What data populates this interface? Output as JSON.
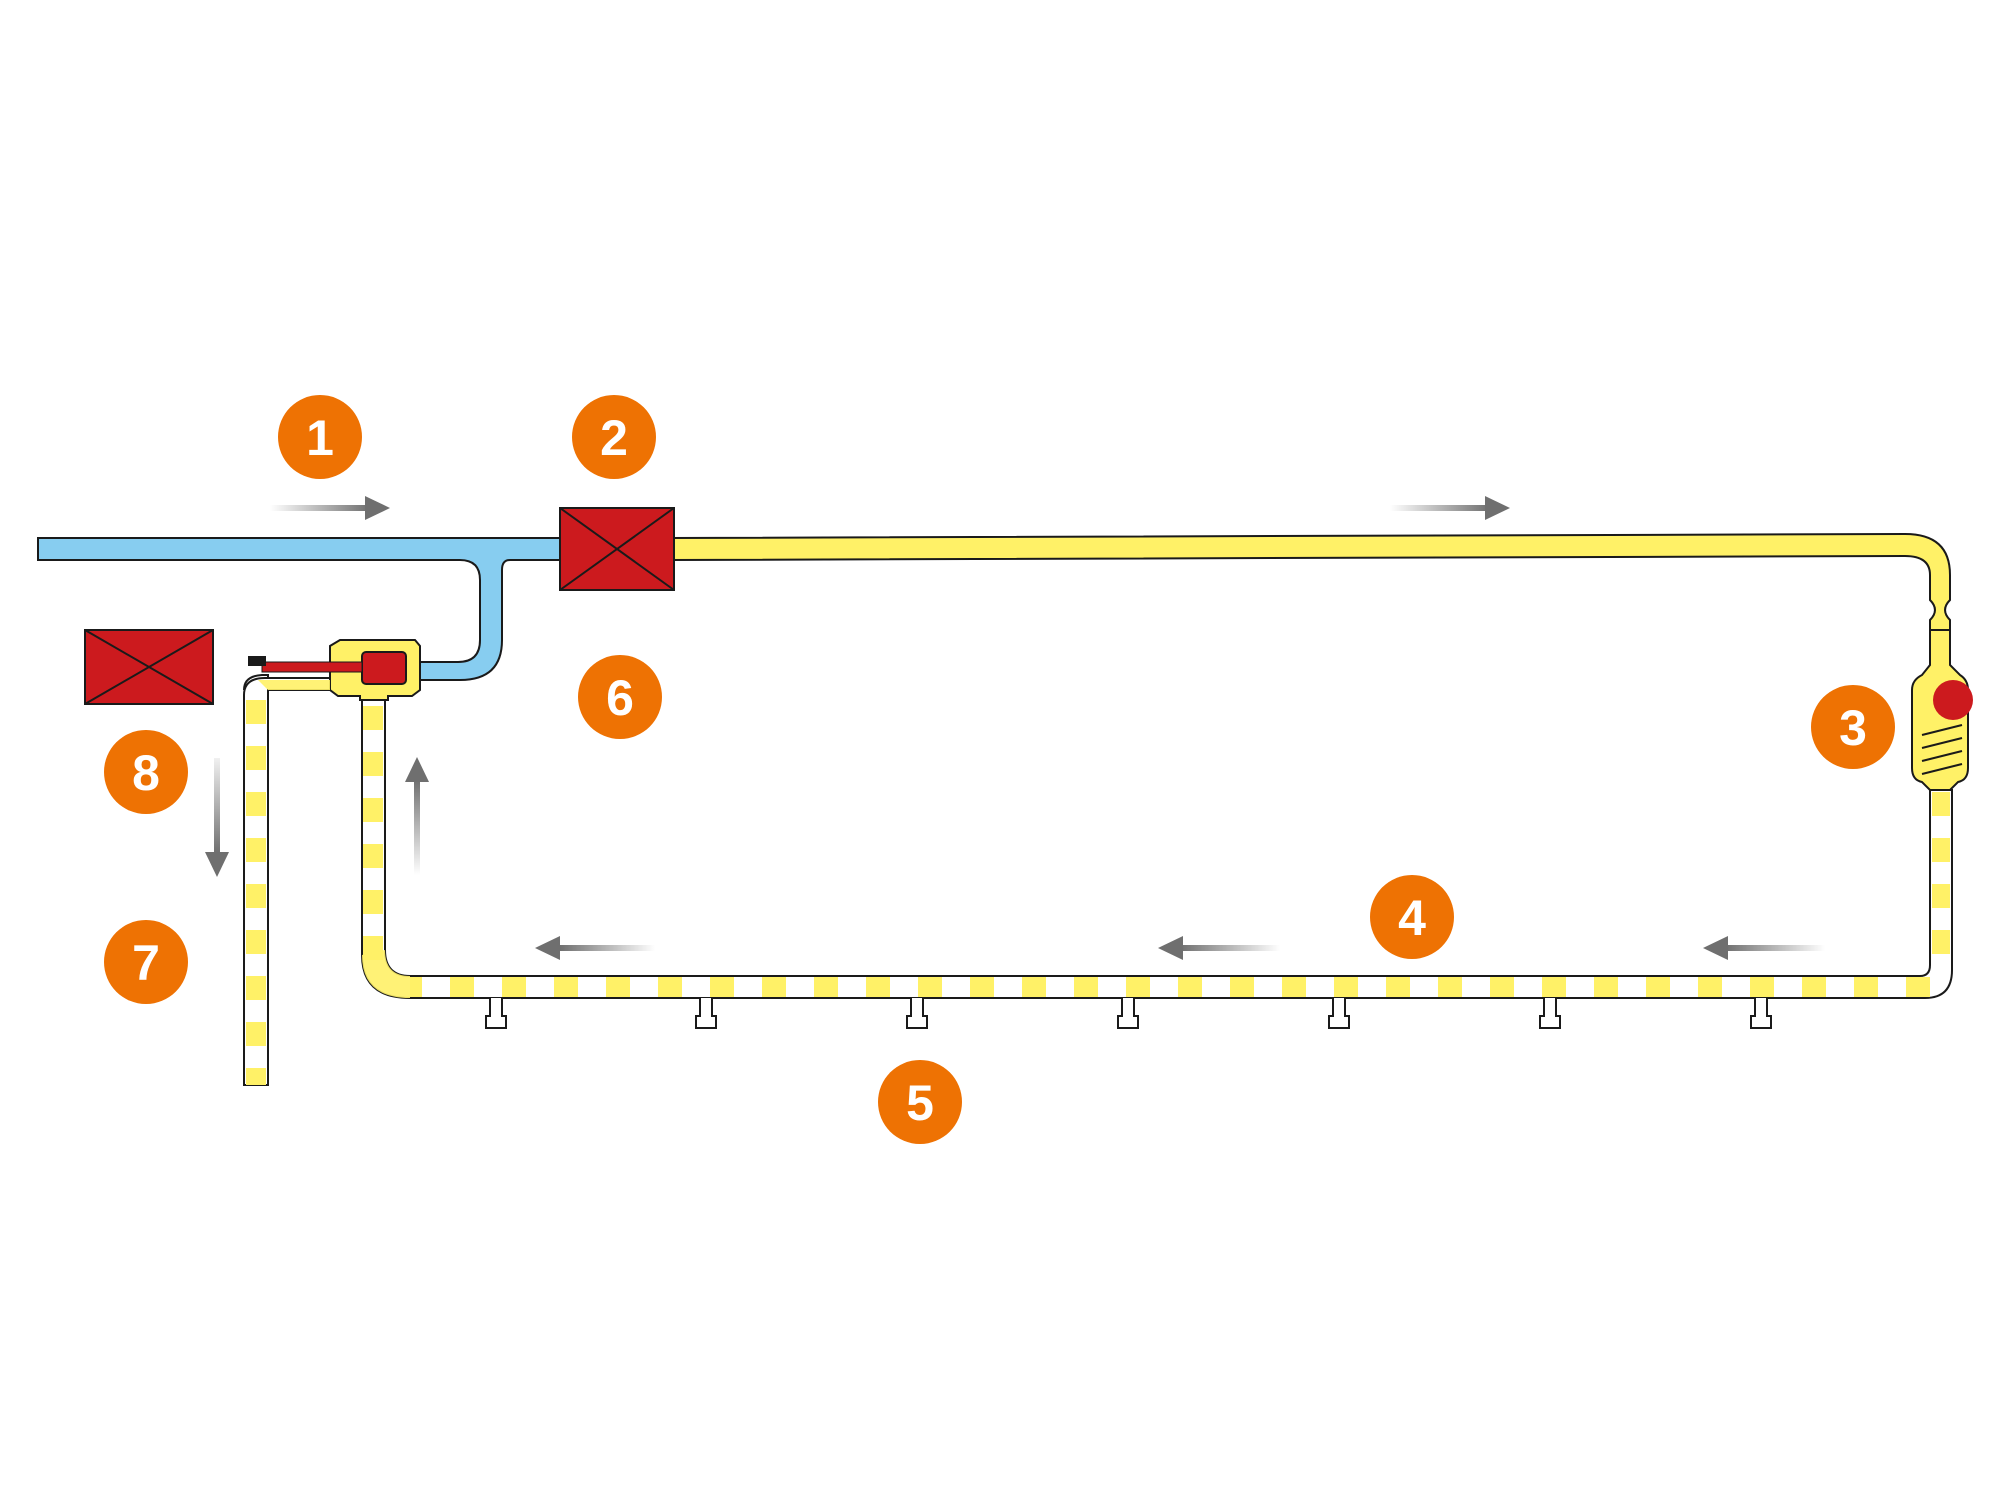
{
  "colors": {
    "background": "#ffffff",
    "supply_water": "#87cdf0",
    "system_fluid": "#fff167",
    "valve": "#cc1a1e",
    "badge": "#ee7203",
    "arrow": "#6f6f6f",
    "outline": "#1a1a1a"
  },
  "labels": [
    {
      "id": "1",
      "text": "1"
    },
    {
      "id": "2",
      "text": "2"
    },
    {
      "id": "3",
      "text": "3"
    },
    {
      "id": "4",
      "text": "4"
    },
    {
      "id": "5",
      "text": "5"
    },
    {
      "id": "6",
      "text": "6"
    },
    {
      "id": "7",
      "text": "7"
    },
    {
      "id": "8",
      "text": "8"
    }
  ],
  "components": {
    "valves": [
      "main-control-valve",
      "drain-valve"
    ],
    "pipes": [
      "supply-pipe",
      "feed-pipe",
      "sprinkler-loop",
      "drain-pipe"
    ],
    "devices": [
      "flow-indicator",
      "sprinkler-heads",
      "return-valve"
    ]
  },
  "flow_direction": [
    "right",
    "right",
    "left",
    "left",
    "left",
    "up",
    "down"
  ],
  "sprinkler_head_count": 7
}
